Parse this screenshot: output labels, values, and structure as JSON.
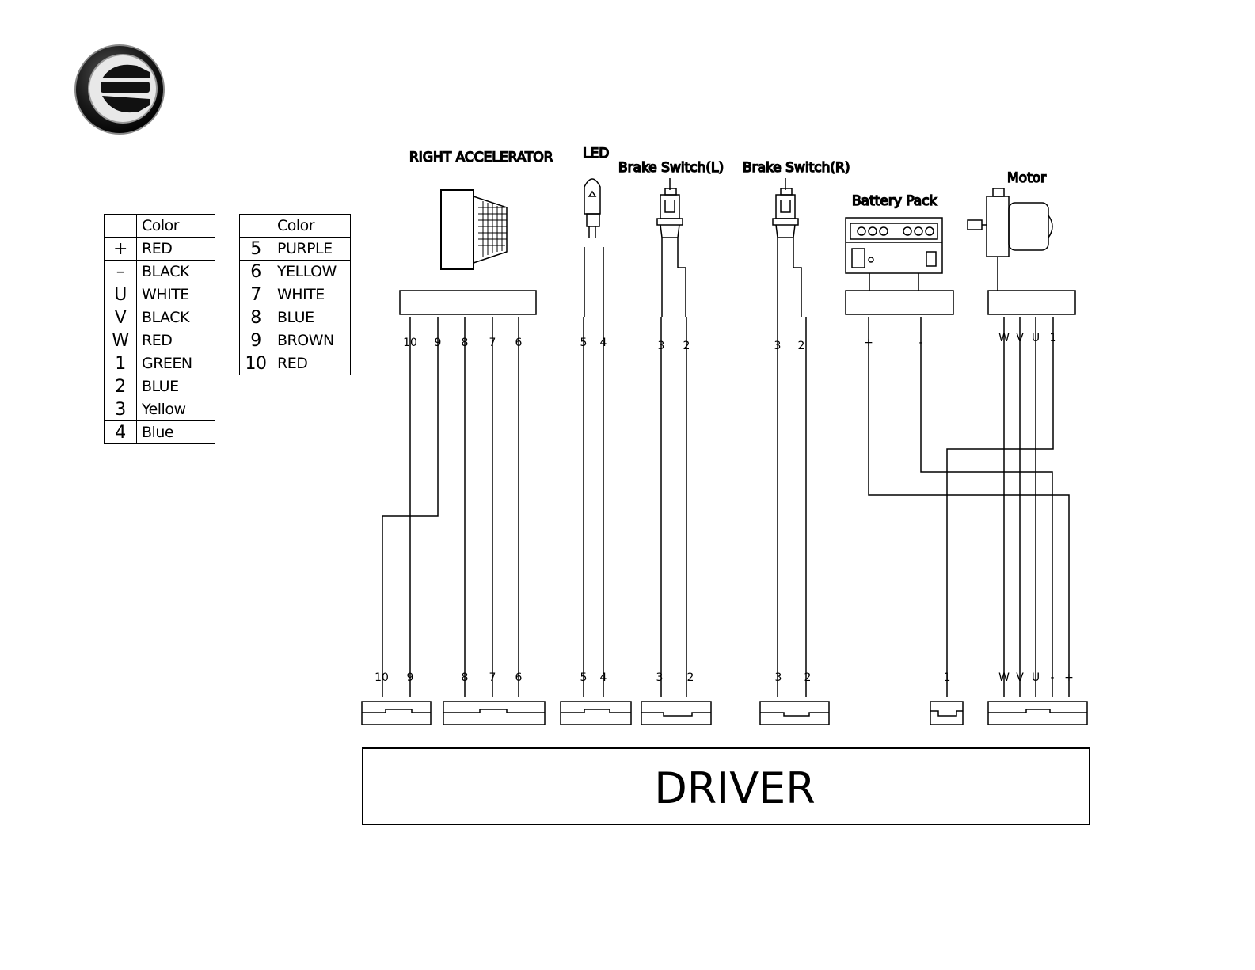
{
  "legend_left": {
    "header": [
      "",
      "Color"
    ],
    "rows": [
      {
        "key": "+",
        "color": "RED"
      },
      {
        "key": "–",
        "color": "BLACK"
      },
      {
        "key": "U",
        "color": "WHITE"
      },
      {
        "key": "V",
        "color": "BLACK"
      },
      {
        "key": "W",
        "color": "RED"
      },
      {
        "key": "1",
        "color": "GREEN"
      },
      {
        "key": "2",
        "color": "BLUE"
      },
      {
        "key": "3",
        "color": "Yellow"
      },
      {
        "key": "4",
        "color": "Blue"
      }
    ]
  },
  "legend_right": {
    "header": [
      "",
      "Color"
    ],
    "rows": [
      {
        "key": "5",
        "color": "PURPLE"
      },
      {
        "key": "6",
        "color": "YELLOW"
      },
      {
        "key": "7",
        "color": "WHITE"
      },
      {
        "key": "8",
        "color": "BLUE"
      },
      {
        "key": "9",
        "color": "BROWN"
      },
      {
        "key": "10",
        "color": "RED"
      }
    ]
  },
  "components": {
    "right_accelerator": "RIGHT ACCELERATOR",
    "led": "LED",
    "brake_left": "Brake Switch(L)",
    "brake_right": "Brake Switch(R)",
    "battery": "Battery Pack",
    "motor": "Motor"
  },
  "top_pins": {
    "accelerator": [
      "10",
      "9",
      "8",
      "7",
      "6"
    ],
    "led": [
      "5",
      "4"
    ],
    "brake_left": [
      "3",
      "2"
    ],
    "brake_right": [
      "3",
      "2"
    ],
    "battery": [
      "+",
      "-"
    ],
    "motor": [
      "W",
      "V",
      "U",
      "1"
    ]
  },
  "bottom_pins": {
    "group_a": [
      "10",
      "9"
    ],
    "group_b": [
      "8",
      "7",
      "6"
    ],
    "led": [
      "5",
      "4"
    ],
    "brake_left": [
      "3",
      "2"
    ],
    "brake_right": [
      "3",
      "2"
    ],
    "hall": [
      "1"
    ],
    "motor": [
      "W",
      "V",
      "U",
      "-",
      "+"
    ]
  },
  "driver_label": "DRIVER",
  "logo_letter": "e"
}
